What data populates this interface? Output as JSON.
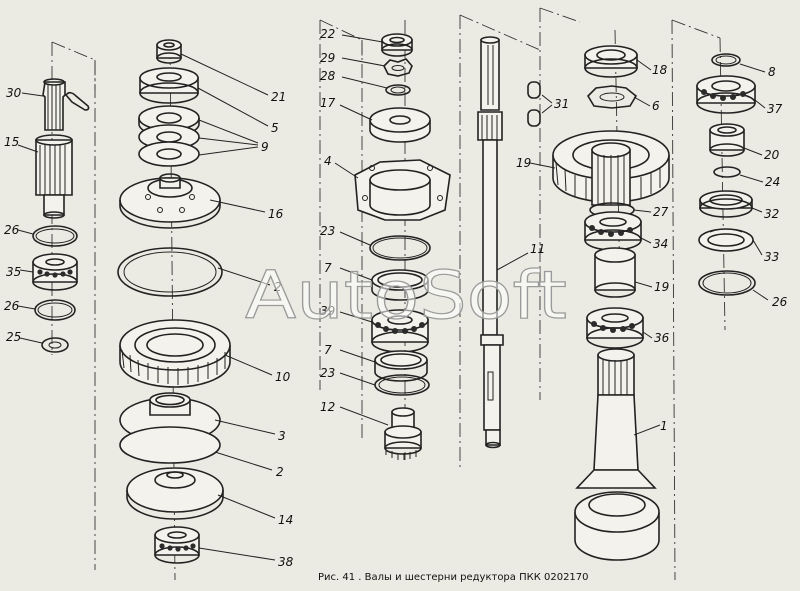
{
  "labels": {
    "l1": "1",
    "l2a": "2",
    "l2b": "2",
    "l3": "3",
    "l4": "4",
    "l5": "5",
    "l6": "6",
    "l7a": "7",
    "l7b": "7",
    "l8": "8",
    "l9": "9",
    "l10": "10",
    "l11": "11",
    "l12": "12",
    "l14": "14",
    "l15": "15",
    "l16": "16",
    "l17": "17",
    "l18": "18",
    "l19a": "19",
    "l19b": "19",
    "l20": "20",
    "l21": "21",
    "l22": "22",
    "l23a": "23",
    "l23b": "23",
    "l24": "24",
    "l25": "25",
    "l26a": "26",
    "l26b": "26",
    "l26c": "26",
    "l27": "27",
    "l28": "28",
    "l29": "29",
    "l30": "30",
    "l31": "31",
    "l32": "32",
    "l33": "33",
    "l34": "34",
    "l35": "35",
    "l36": "36",
    "l37": "37",
    "l38": "38",
    "l39": "39"
  },
  "caption": "Рис. 41 . Валы и шестерни редуктора ПКК 0202170",
  "watermark": "AutoSoft",
  "colors": {
    "ink": "#222222",
    "paper": "#ecebe3"
  }
}
